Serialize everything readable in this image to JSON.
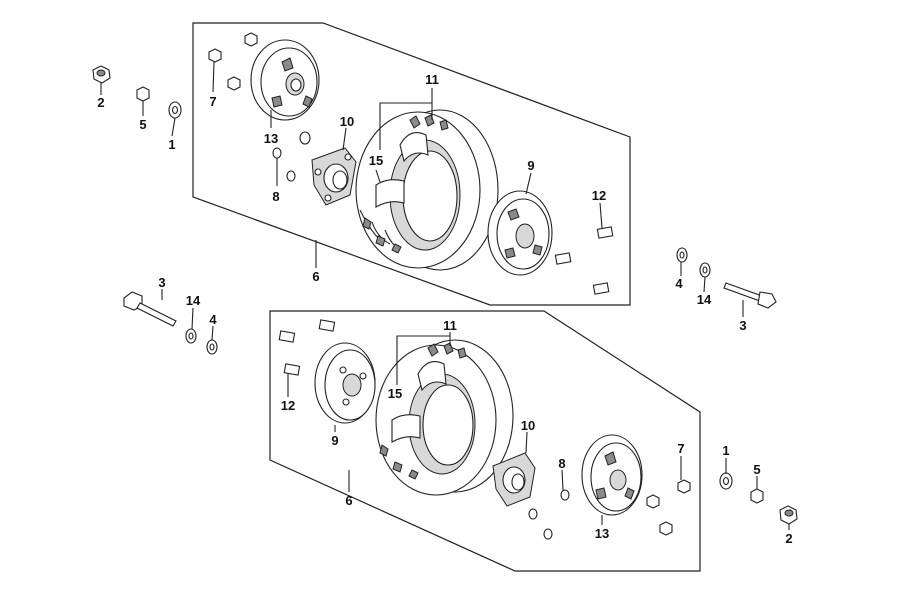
{
  "callouts": [
    {
      "id": "u2",
      "text": "2"
    },
    {
      "id": "u5",
      "text": "5"
    },
    {
      "id": "u1",
      "text": "1"
    },
    {
      "id": "u7",
      "text": "7"
    },
    {
      "id": "u13",
      "text": "13"
    },
    {
      "id": "u8",
      "text": "8"
    },
    {
      "id": "u10",
      "text": "10"
    },
    {
      "id": "u15",
      "text": "15"
    },
    {
      "id": "u11",
      "text": "11"
    },
    {
      "id": "u9",
      "text": "9"
    },
    {
      "id": "u12",
      "text": "12"
    },
    {
      "id": "u6",
      "text": "6"
    },
    {
      "id": "r4",
      "text": "4"
    },
    {
      "id": "r14",
      "text": "14"
    },
    {
      "id": "r3",
      "text": "3"
    },
    {
      "id": "l3",
      "text": "3"
    },
    {
      "id": "l14",
      "text": "14"
    },
    {
      "id": "l4",
      "text": "4"
    },
    {
      "id": "d11",
      "text": "11"
    },
    {
      "id": "d15",
      "text": "15"
    },
    {
      "id": "d12",
      "text": "12"
    },
    {
      "id": "d9",
      "text": "9"
    },
    {
      "id": "d10",
      "text": "10"
    },
    {
      "id": "d8",
      "text": "8"
    },
    {
      "id": "d6",
      "text": "6"
    },
    {
      "id": "d13",
      "text": "13"
    },
    {
      "id": "d7",
      "text": "7"
    },
    {
      "id": "d1",
      "text": "1"
    },
    {
      "id": "d5",
      "text": "5"
    },
    {
      "id": "d2",
      "text": "2"
    }
  ]
}
